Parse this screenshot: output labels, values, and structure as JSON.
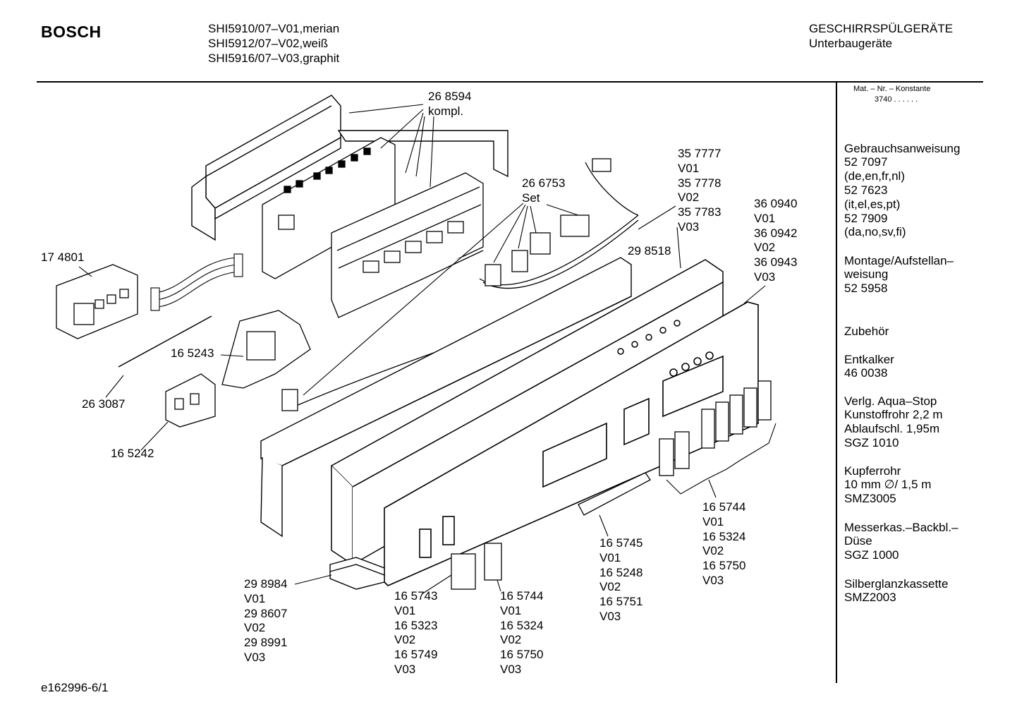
{
  "header": {
    "brand": "BOSCH",
    "models": [
      "SHI5910/07–V01,merian",
      "SHI5912/07–V02,weiß",
      "SHI5916/07–V03,graphit"
    ],
    "category": "GESCHIRRSPÜLGERÄTE",
    "subcategory": "Unterbaugeräte"
  },
  "sidebar": {
    "mat_title": "Mat. – Nr. – Konstante",
    "mat_value": "3740 . . . . . .",
    "sections": [
      {
        "lines": [
          "Gebrauchsanweisung",
          "52 7097",
          "(de,en,fr,nl)",
          "52 7623",
          "(it,el,es,pt)",
          "52 7909",
          "(da,no,sv,fi)"
        ]
      },
      {
        "lines": [
          "Montage/Aufstellan–",
          "weisung",
          "52 5958"
        ]
      },
      {
        "lines": [
          "Zubehör"
        ]
      },
      {
        "lines": [
          "Entkalker",
          "46 0038"
        ]
      },
      {
        "lines": [
          "Verlg. Aqua–Stop",
          "Kunstoffrohr 2,2 m",
          "Ablaufschl. 1,95m",
          "SGZ 1010"
        ]
      },
      {
        "lines": [
          "Kupferrohr",
          "10 mm ∅/ 1,5 m",
          "SMZ3005"
        ]
      },
      {
        "lines": [
          "Messerkas.–Backbl.–",
          "Düse",
          "SGZ 1000"
        ]
      },
      {
        "lines": [
          "Silberglanzkassette",
          "SMZ2003"
        ]
      }
    ]
  },
  "callouts": {
    "c268594": "26 8594\nkompl.",
    "c266753": "26 6753\nSet",
    "c357777": "35 7777\nV01\n35 7778\nV02\n35 7783\nV03",
    "c360940": "36 0940\nV01\n36 0942\nV02\n36 0943\nV03",
    "c298518": "29 8518",
    "c174801": "17 4801",
    "c165243": "16 5243",
    "c263087": "26 3087",
    "c165242": "16 5242",
    "c298984": "29 8984\nV01\n29 8607\nV02\n29 8991\nV03",
    "c165743": "16 5743\nV01\n16 5323\nV02\n16 5749\nV03",
    "c165744b": "16 5744\nV01\n16 5324\nV02\n16 5750\nV03",
    "c165745": "16 5745\nV01\n16 5248\nV02\n16 5751\nV03",
    "c165744r": "16 5744\nV01\n16 5324\nV02\n16 5750\nV03"
  },
  "footer": {
    "code": "e162996-6/1"
  }
}
